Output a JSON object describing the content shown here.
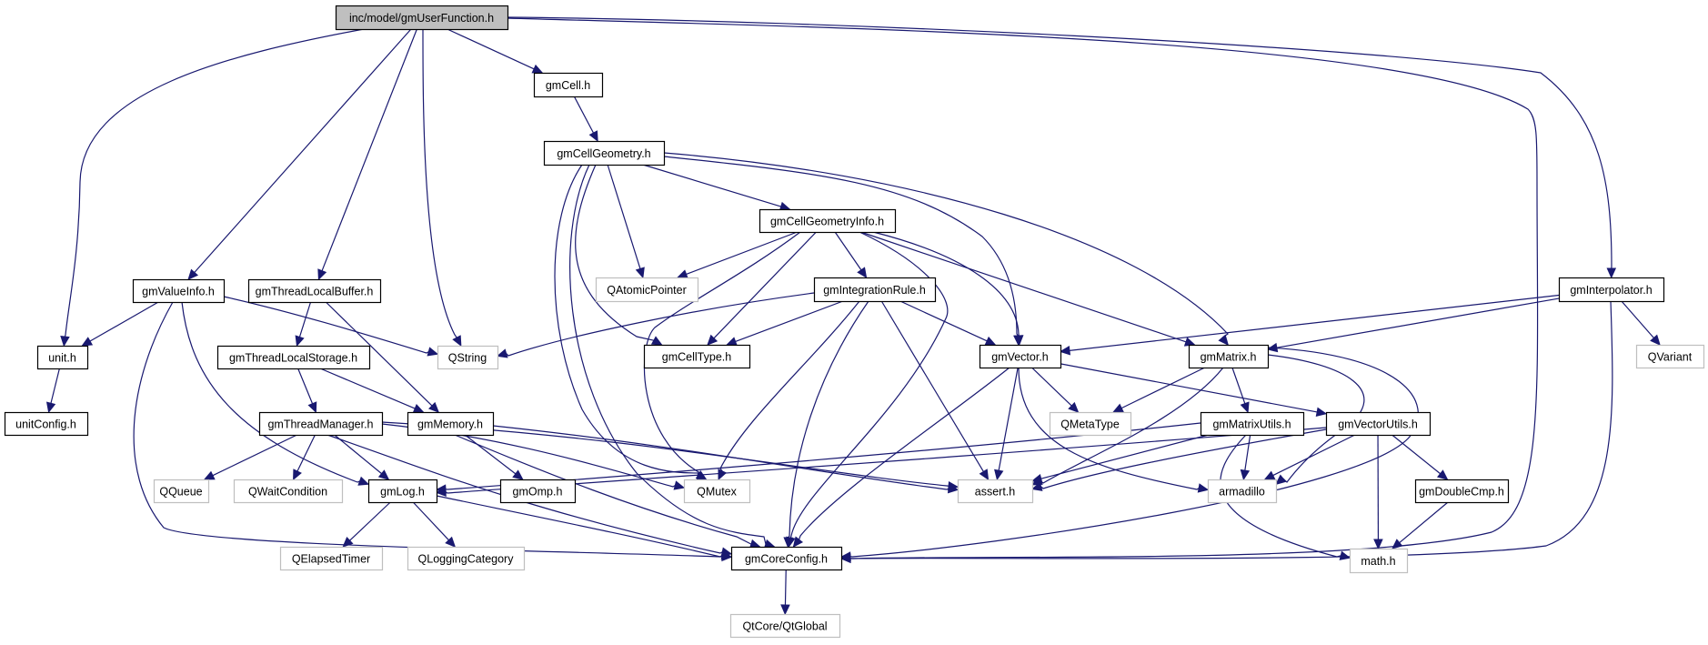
{
  "title": "Include dependency graph for inc/model/gmUserFunction.h",
  "colors": {
    "edge": "#191970",
    "root_fill": "#bfbfbf",
    "local_border": "#000000",
    "external_border": "#bfbfbf"
  },
  "nodes": [
    {
      "id": "gmUserFunction",
      "label": "inc/model/gmUserFunction.h",
      "kind": "root"
    },
    {
      "id": "gmCell",
      "label": "gmCell.h",
      "kind": "local"
    },
    {
      "id": "gmCellGeometry",
      "label": "gmCellGeometry.h",
      "kind": "local"
    },
    {
      "id": "gmCellGeometryInfo",
      "label": "gmCellGeometryInfo.h",
      "kind": "local"
    },
    {
      "id": "QAtomicPointer",
      "label": "QAtomicPointer",
      "kind": "external"
    },
    {
      "id": "gmIntegrationRule",
      "label": "gmIntegrationRule.h",
      "kind": "local"
    },
    {
      "id": "gmInterpolator",
      "label": "gmInterpolator.h",
      "kind": "local"
    },
    {
      "id": "gmValueInfo",
      "label": "gmValueInfo.h",
      "kind": "local"
    },
    {
      "id": "gmThreadLocalBuffer",
      "label": "gmThreadLocalBuffer.h",
      "kind": "local"
    },
    {
      "id": "unit",
      "label": "unit.h",
      "kind": "local"
    },
    {
      "id": "QString",
      "label": "QString",
      "kind": "external"
    },
    {
      "id": "gmThreadLocalStorage",
      "label": "gmThreadLocalStorage.h",
      "kind": "local"
    },
    {
      "id": "gmCellType",
      "label": "gmCellType.h",
      "kind": "local"
    },
    {
      "id": "gmVector",
      "label": "gmVector.h",
      "kind": "local"
    },
    {
      "id": "gmMatrix",
      "label": "gmMatrix.h",
      "kind": "local"
    },
    {
      "id": "QVariant",
      "label": "QVariant",
      "kind": "external"
    },
    {
      "id": "unitConfig",
      "label": "unitConfig.h",
      "kind": "local"
    },
    {
      "id": "gmThreadManager",
      "label": "gmThreadManager.h",
      "kind": "local"
    },
    {
      "id": "gmMemory",
      "label": "gmMemory.h",
      "kind": "local"
    },
    {
      "id": "QMetaType",
      "label": "QMetaType",
      "kind": "external"
    },
    {
      "id": "gmMatrixUtils",
      "label": "gmMatrixUtils.h",
      "kind": "local"
    },
    {
      "id": "gmVectorUtils",
      "label": "gmVectorUtils.h",
      "kind": "local"
    },
    {
      "id": "QQueue",
      "label": "QQueue",
      "kind": "external"
    },
    {
      "id": "QWaitCondition",
      "label": "QWaitCondition",
      "kind": "external"
    },
    {
      "id": "gmLog",
      "label": "gmLog.h",
      "kind": "local"
    },
    {
      "id": "gmOmp",
      "label": "gmOmp.h",
      "kind": "local"
    },
    {
      "id": "QMutex",
      "label": "QMutex",
      "kind": "external"
    },
    {
      "id": "assert",
      "label": "assert.h",
      "kind": "external"
    },
    {
      "id": "armadillo",
      "label": "armadillo",
      "kind": "external"
    },
    {
      "id": "gmDoubleCmp",
      "label": "gmDoubleCmp.h",
      "kind": "local"
    },
    {
      "id": "QElapsedTimer",
      "label": "QElapsedTimer",
      "kind": "external"
    },
    {
      "id": "QLoggingCategory",
      "label": "QLoggingCategory",
      "kind": "external"
    },
    {
      "id": "gmCoreConfig",
      "label": "gmCoreConfig.h",
      "kind": "local"
    },
    {
      "id": "math",
      "label": "math.h",
      "kind": "external"
    },
    {
      "id": "QtGlobal",
      "label": "QtCore/QtGlobal",
      "kind": "external"
    }
  ],
  "edges": [
    [
      "gmUserFunction",
      "unit"
    ],
    [
      "gmUserFunction",
      "gmValueInfo"
    ],
    [
      "gmUserFunction",
      "gmThreadLocalBuffer"
    ],
    [
      "gmUserFunction",
      "QString"
    ],
    [
      "gmUserFunction",
      "gmCell"
    ],
    [
      "gmUserFunction",
      "gmCoreConfig"
    ],
    [
      "gmUserFunction",
      "gmInterpolator"
    ],
    [
      "gmCell",
      "gmCellGeometry"
    ],
    [
      "gmCellGeometry",
      "gmCellGeometryInfo"
    ],
    [
      "gmCellGeometry",
      "QAtomicPointer"
    ],
    [
      "gmCellGeometry",
      "gmCellType"
    ],
    [
      "gmCellGeometry",
      "gmVector"
    ],
    [
      "gmCellGeometry",
      "gmMatrix"
    ],
    [
      "gmCellGeometry",
      "QMutex"
    ],
    [
      "gmCellGeometry",
      "gmCoreConfig"
    ],
    [
      "gmCellGeometryInfo",
      "QAtomicPointer"
    ],
    [
      "gmCellGeometryInfo",
      "gmIntegrationRule"
    ],
    [
      "gmCellGeometryInfo",
      "gmCellType"
    ],
    [
      "gmCellGeometryInfo",
      "gmVector"
    ],
    [
      "gmCellGeometryInfo",
      "gmMatrix"
    ],
    [
      "gmCellGeometryInfo",
      "QMutex"
    ],
    [
      "gmCellGeometryInfo",
      "gmCoreConfig"
    ],
    [
      "gmIntegrationRule",
      "QString"
    ],
    [
      "gmIntegrationRule",
      "gmCellType"
    ],
    [
      "gmIntegrationRule",
      "gmVector"
    ],
    [
      "gmIntegrationRule",
      "QMutex"
    ],
    [
      "gmIntegrationRule",
      "assert"
    ],
    [
      "gmIntegrationRule",
      "gmCoreConfig"
    ],
    [
      "gmInterpolator",
      "gmVector"
    ],
    [
      "gmInterpolator",
      "gmMatrix"
    ],
    [
      "gmInterpolator",
      "QVariant"
    ],
    [
      "gmInterpolator",
      "gmCoreConfig"
    ],
    [
      "gmValueInfo",
      "unit"
    ],
    [
      "gmValueInfo",
      "QString"
    ],
    [
      "gmValueInfo",
      "gmLog"
    ],
    [
      "gmValueInfo",
      "gmCoreConfig"
    ],
    [
      "gmThreadLocalBuffer",
      "gmThreadLocalStorage"
    ],
    [
      "gmThreadLocalBuffer",
      "gmMemory"
    ],
    [
      "unit",
      "unitConfig"
    ],
    [
      "gmThreadLocalStorage",
      "gmThreadManager"
    ],
    [
      "gmThreadLocalStorage",
      "gmMemory"
    ],
    [
      "gmThreadManager",
      "QQueue"
    ],
    [
      "gmThreadManager",
      "QWaitCondition"
    ],
    [
      "gmThreadManager",
      "gmLog"
    ],
    [
      "gmThreadManager",
      "QMutex"
    ],
    [
      "gmThreadManager",
      "assert"
    ],
    [
      "gmThreadManager",
      "gmCoreConfig"
    ],
    [
      "gmMemory",
      "gmOmp"
    ],
    [
      "gmMemory",
      "assert"
    ],
    [
      "gmMemory",
      "gmCoreConfig"
    ],
    [
      "gmVector",
      "QMetaType"
    ],
    [
      "gmVector",
      "gmVectorUtils"
    ],
    [
      "gmVector",
      "assert"
    ],
    [
      "gmVector",
      "armadillo"
    ],
    [
      "gmVector",
      "gmCoreConfig"
    ],
    [
      "gmMatrix",
      "QMetaType"
    ],
    [
      "gmMatrix",
      "gmMatrixUtils"
    ],
    [
      "gmMatrix",
      "assert"
    ],
    [
      "gmMatrix",
      "armadillo"
    ],
    [
      "gmMatrix",
      "gmCoreConfig"
    ],
    [
      "gmMatrixUtils",
      "gmLog"
    ],
    [
      "gmMatrixUtils",
      "assert"
    ],
    [
      "gmMatrixUtils",
      "armadillo"
    ],
    [
      "gmMatrixUtils",
      "math"
    ],
    [
      "gmVectorUtils",
      "gmLog"
    ],
    [
      "gmVectorUtils",
      "assert"
    ],
    [
      "gmVectorUtils",
      "armadillo"
    ],
    [
      "gmVectorUtils",
      "math"
    ],
    [
      "gmVectorUtils",
      "gmDoubleCmp"
    ],
    [
      "gmDoubleCmp",
      "math"
    ],
    [
      "gmLog",
      "QElapsedTimer"
    ],
    [
      "gmLog",
      "QLoggingCategory"
    ],
    [
      "gmLog",
      "gmCoreConfig"
    ],
    [
      "gmCoreConfig",
      "QtGlobal"
    ]
  ]
}
